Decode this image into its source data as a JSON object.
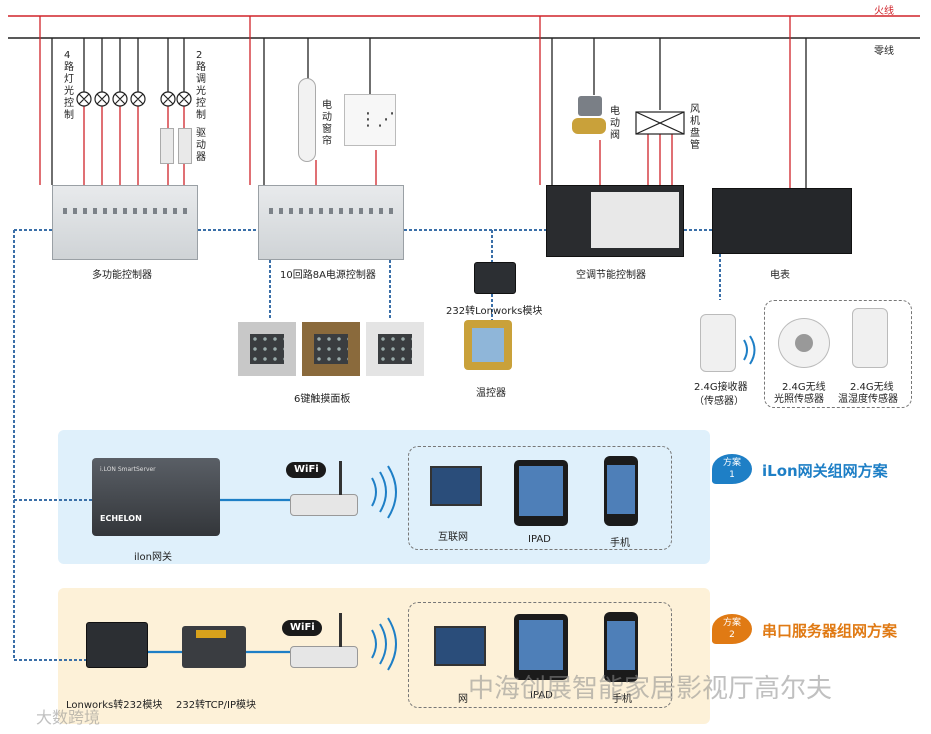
{
  "top_lines": {
    "live": "火线",
    "neutral": "零线"
  },
  "labels": {
    "light4": "4路灯光控制",
    "dim2": "2路调光控制",
    "driver": "驱动器",
    "curtain": "电动窗帘",
    "valve": "电动阀",
    "fancoil": "风机盘管",
    "multi_ctrl": "多功能控制器",
    "power_ctrl": "10回路8A电源控制器",
    "ac_ctrl": "空调节能控制器",
    "meter": "电表",
    "lon_module": "232转Lonworks模块",
    "thermostat": "温控器",
    "panel6": "6键触摸面板",
    "receiver": "2.4G接收器",
    "receiver_sub": "（传感器）",
    "light_sensor_1": "2.4G无线",
    "light_sensor_2": "光照传感器",
    "th_sensor_1": "2.4G无线",
    "th_sensor_2": "温湿度传感器"
  },
  "scheme1": {
    "badge_top": "方案",
    "badge_num": "1",
    "title": "iLon网关组网方案",
    "gateway_label": "ilon网关",
    "gateway_brand": "ECHELON",
    "gateway_model": "i.LON SmartServer",
    "wifi": "WiFi",
    "internet": "互联网",
    "ipad": "IPAD",
    "phone": "手机"
  },
  "scheme2": {
    "badge_top": "方案",
    "badge_num": "2",
    "title": "串口服务器组网方案",
    "lon232": "Lonworks转232模块",
    "tcp": "232转TCP/IP模块",
    "wifi": "WiFi",
    "internet": "网",
    "ipad": "IPAD",
    "phone": "手机"
  },
  "watermarks": {
    "right": "中海创展智能家居影视厅高尔夫",
    "left": "大数跨境"
  },
  "colors": {
    "live": "#d0232a",
    "neutral": "#222222",
    "bus": "#3a6fa8",
    "s1_bg": "#dff0fb",
    "s2_bg": "#fdf1d8",
    "s1_accent": "#1e7fc6",
    "s2_accent": "#e07a14"
  }
}
